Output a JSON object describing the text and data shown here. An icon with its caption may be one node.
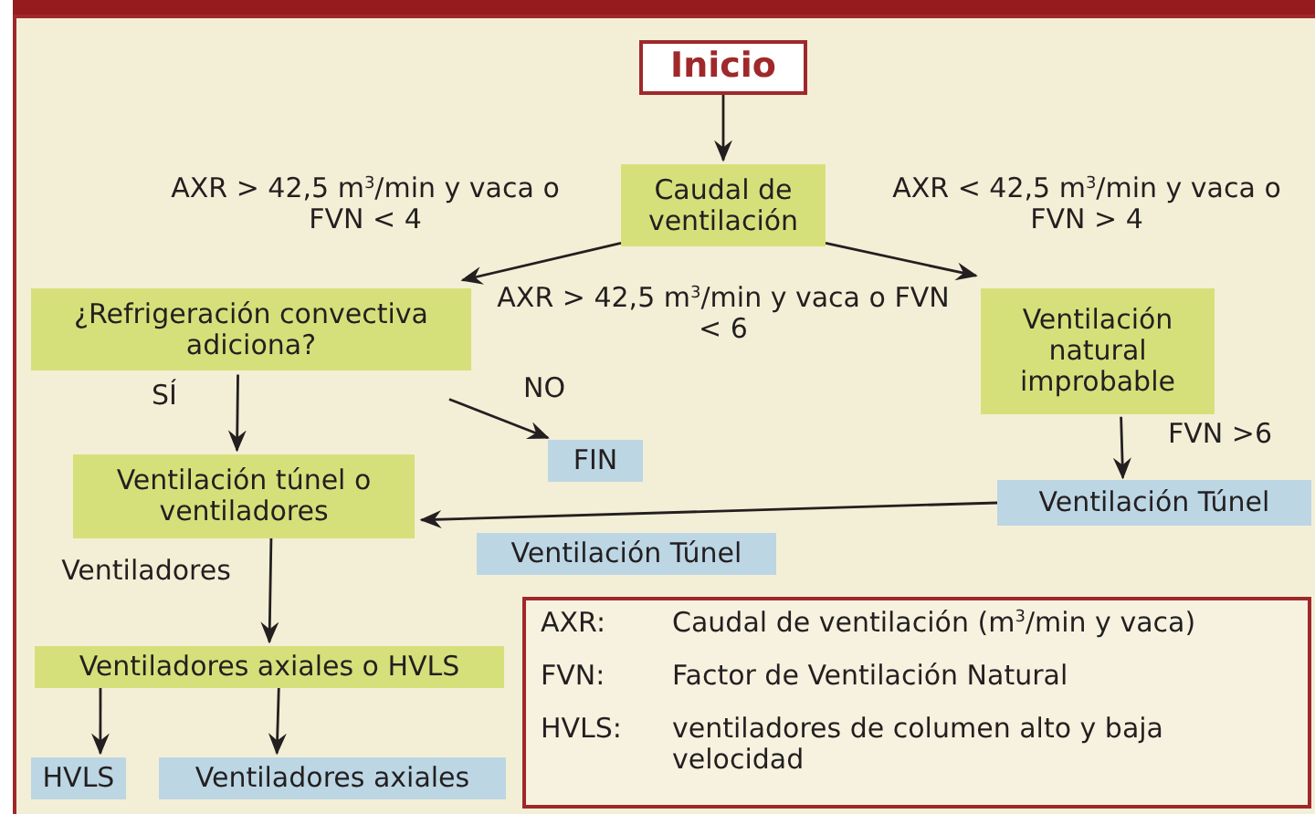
{
  "diagram": {
    "nodes": [
      {
        "text": [
          "Inicio"
        ]
      },
      {
        "text": [
          "Caudal de ventilación"
        ]
      },
      {
        "text": [
          "¿Refrigeración convectiva adiciona?"
        ]
      },
      {
        "text": [
          "Ventilación natural improbable"
        ]
      },
      {
        "text": [
          "FIN"
        ]
      },
      {
        "text": [
          "Ventilación túnel o ventiladores"
        ]
      },
      {
        "text": [
          "Ventilación Túnel"
        ]
      },
      {
        "text": [
          "Ventilación Túnel"
        ]
      },
      {
        "text": [
          "Ventiladores axiales o HVLS"
        ]
      },
      {
        "text": [
          "HVLS"
        ]
      },
      {
        "text": [
          "Ventiladores axiales"
        ]
      },
      {
        "text": [
          "AXR:",
          "Caudal de ventilación (m$^{3}$/min y vaca)",
          "FVN:",
          "Factor de Ventilación Natural",
          "HVLS:",
          "ventiladores de columen alto y baja velocidad"
        ]
      }
    ],
    "edges": [
      {
        "from": 0,
        "to": 1,
        "arrow": "to"
      },
      {
        "from": 1,
        "to": 2,
        "arrow": "to",
        "label": "AXR > 42,5 m$^{3}$/min y vaca o FVN < 4"
      },
      {
        "from": 1,
        "to": 3,
        "arrow": "to",
        "label": "AXR < 42,5 m$^{3}$/min y vaca o FVN > 4"
      },
      {
        "from": 2,
        "to": 5,
        "arrow": "to",
        "label": "SÍ"
      },
      {
        "from": 2,
        "to": 4,
        "arrow": "to",
        "label": "NO"
      },
      {
        "from": 3,
        "to": 6,
        "arrow": "to",
        "label": "FVN >6"
      },
      {
        "from": 6,
        "to": 5,
        "arrow": "to"
      },
      {
        "from": 5,
        "to": 8,
        "arrow": "to",
        "label": "Ventiladores"
      },
      {
        "from": 8,
        "to": 9,
        "arrow": "to"
      },
      {
        "from": 8,
        "to": 10,
        "arrow": "to"
      }
    ],
    "labels": [
      "AXR > 42,5 m$^{3}$/min y vaca o FVN < 6"
    ]
  }
}
